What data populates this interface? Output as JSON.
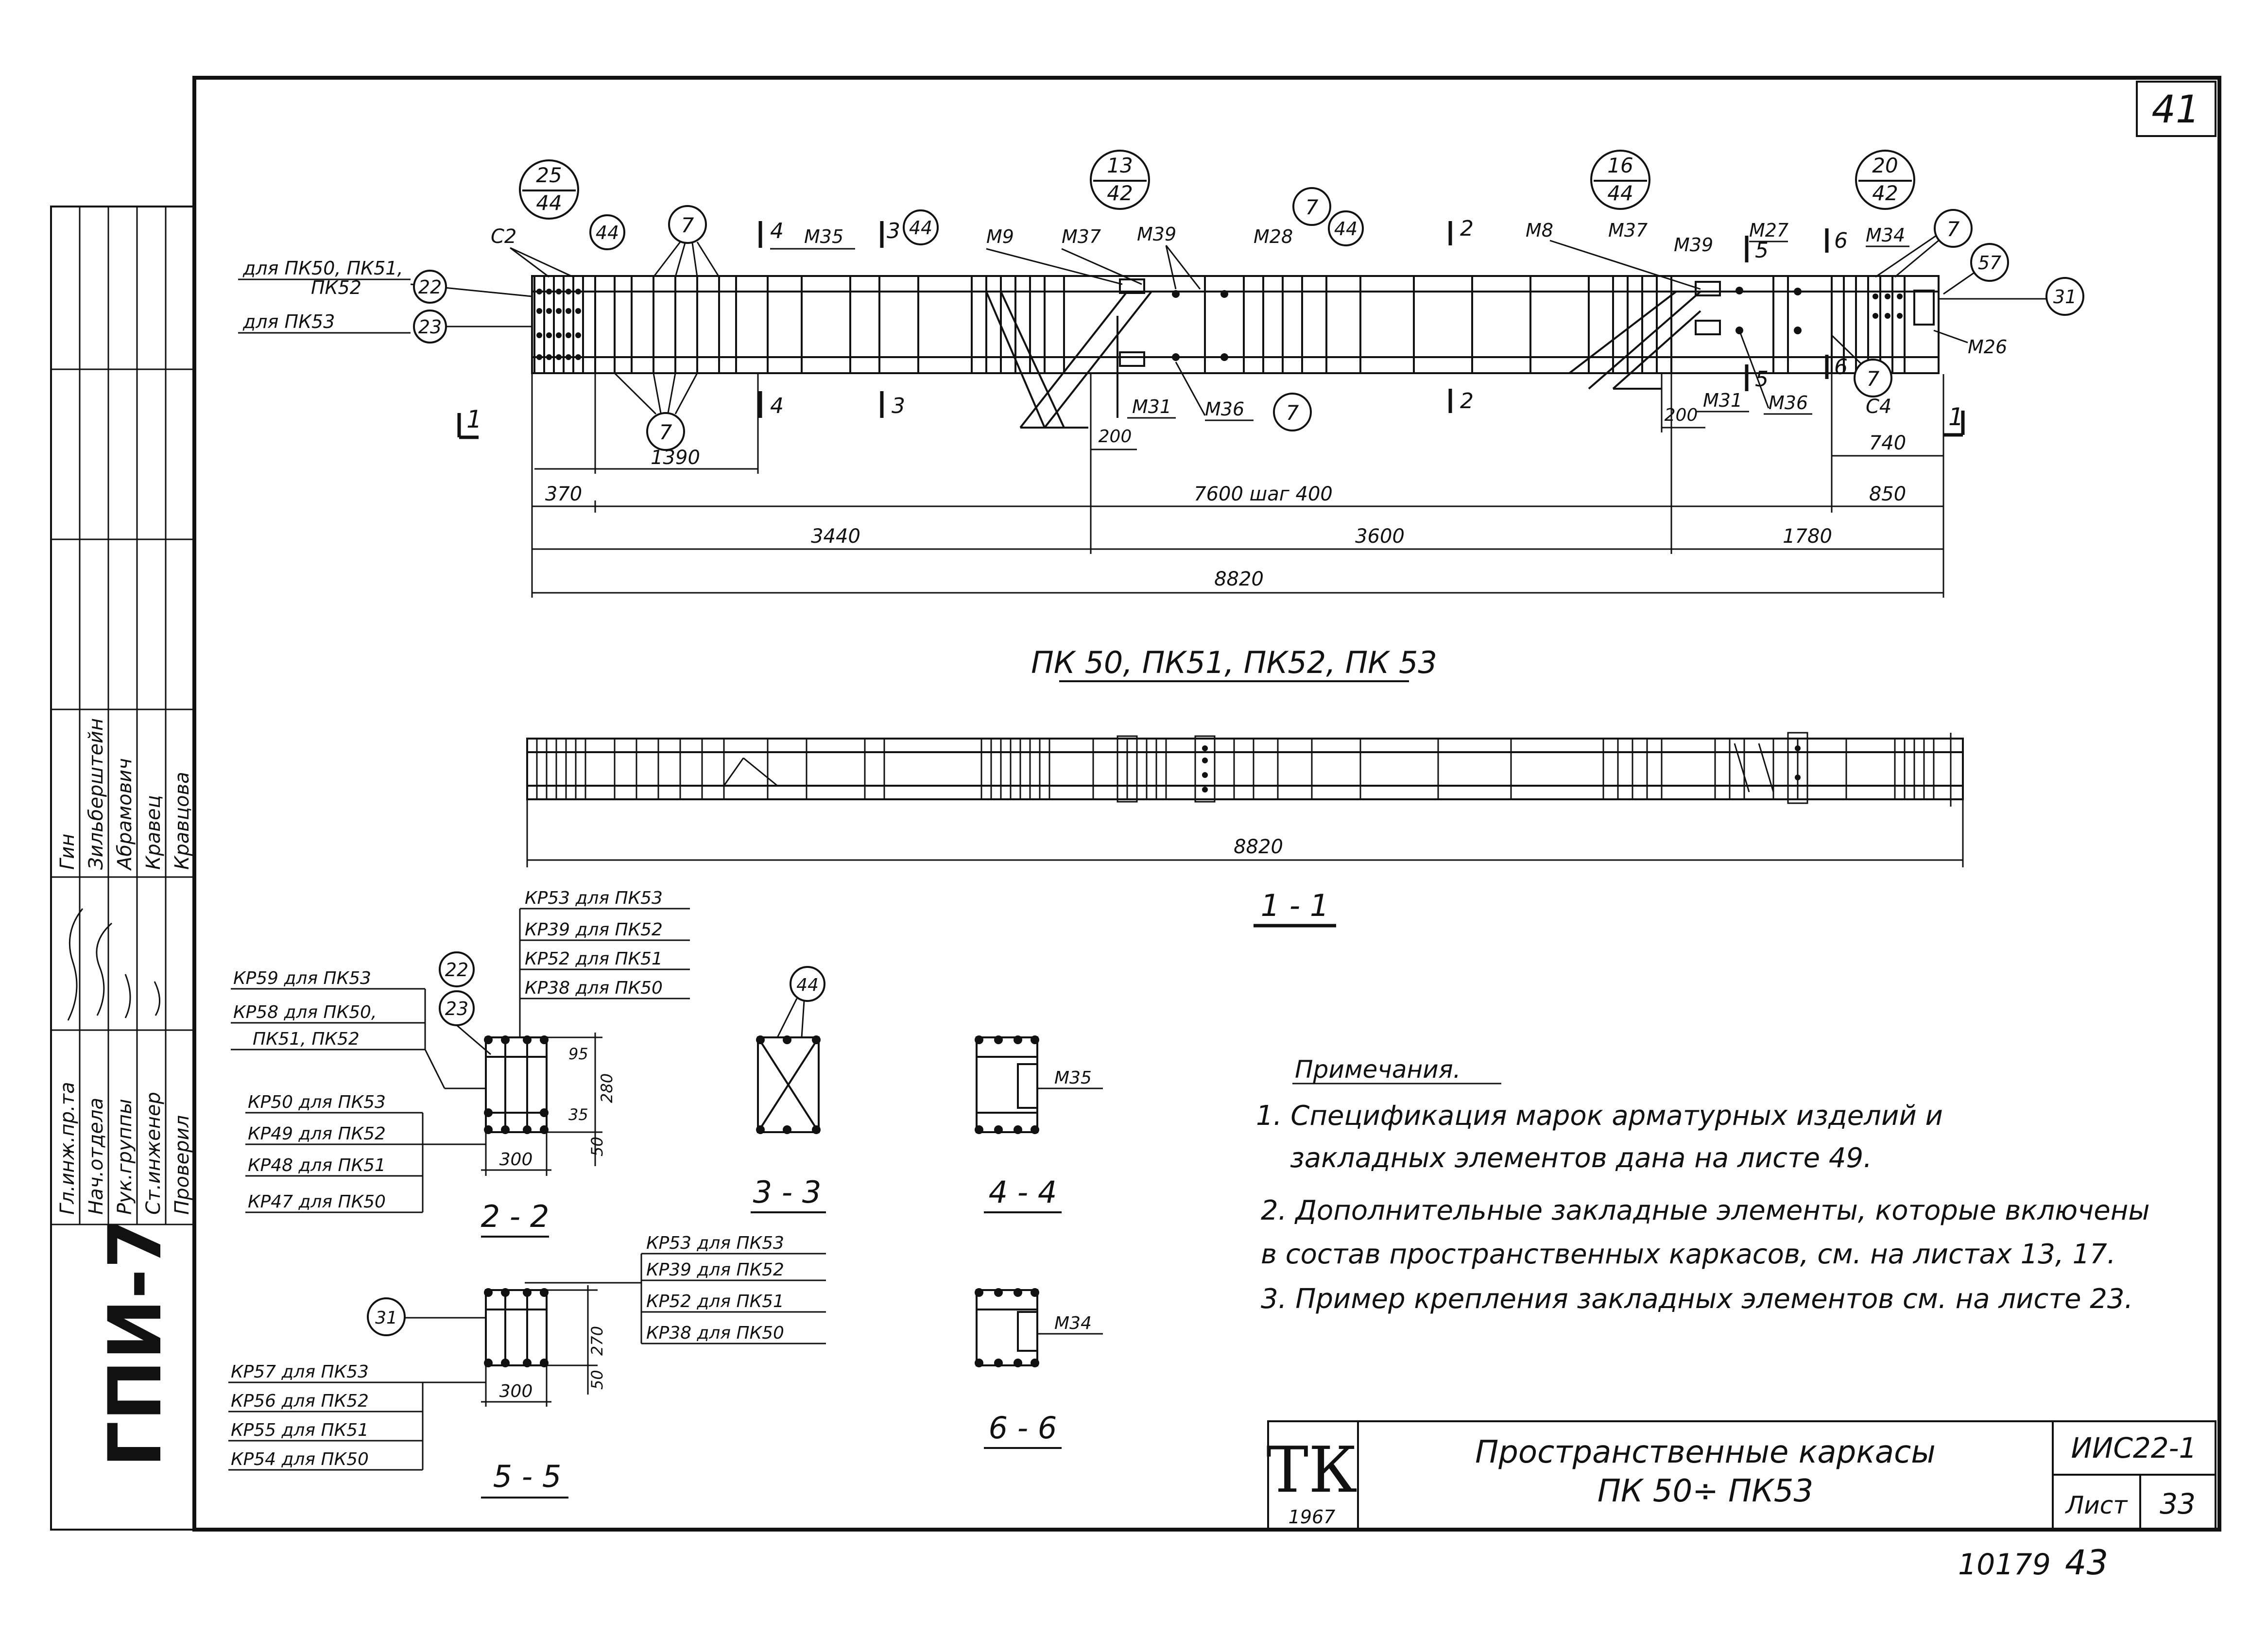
{
  "sheet": {
    "corner_number": "41",
    "footer_left": "10179",
    "footer_right": "43"
  },
  "side_stamp": {
    "code": "ГПИ-7",
    "roles": [
      "Гл.инж.пр.та",
      "Нач.отдела",
      "Рук.группы",
      "Ст.инженер",
      "Проверил"
    ],
    "names": [
      "Гин",
      "Зильберштейн",
      "Абрамович",
      "Кравец",
      "Кравцова"
    ]
  },
  "title_block": {
    "logo": "ТК",
    "year": "1967",
    "title_line1": "Пространственные каркасы",
    "title_line2": "ПК 50÷ ПК53",
    "series": "ИИС22-1",
    "sheet_label": "Лист",
    "sheet_number": "33"
  },
  "main_view": {
    "section_callouts": [
      {
        "top": "25",
        "bottom": "44"
      },
      {
        "top": "13",
        "bottom": "42"
      },
      {
        "top": "16",
        "bottom": "44"
      },
      {
        "top": "20",
        "bottom": "42"
      }
    ],
    "left_labels": {
      "line1": "для ПК50, ПК51,",
      "line2": "ПК52",
      "line3": "для ПК53",
      "ref_upper": "22",
      "ref_lower": "23"
    },
    "part_refs": {
      "c2": "С2",
      "c4": "С4",
      "p7": "7",
      "p44": "44",
      "p31": "31",
      "p57": "57"
    },
    "embedded_marks": {
      "m9": "М9",
      "m37": "М37",
      "m39": "М39",
      "m28": "М28",
      "m35": "М35",
      "m8": "М8",
      "m27": "М27",
      "m34": "М34",
      "m26": "М26",
      "m31": "М31",
      "m36": "М36"
    },
    "section_marks": {
      "s1": "1",
      "s2": "2",
      "s3": "3",
      "s4": "4",
      "s5": "5",
      "s6": "6"
    },
    "dimensions": {
      "d370": "370",
      "d1390": "1390",
      "d200a": "200",
      "d200b": "200",
      "d740": "740",
      "step": "7600 шаг 400",
      "d850": "850",
      "d3440": "3440",
      "d3600": "3600",
      "d1780": "1780",
      "total": "8820"
    },
    "caption": "ПК 50, ПК51, ПК52, ПК 53"
  },
  "view_1_1": {
    "dimension": "8820",
    "caption": "1 - 1"
  },
  "section_2_2": {
    "caption": "2 - 2",
    "left_labels": [
      "КР59 для ПК53",
      "КР58 для ПК50,",
      "ПК51, ПК52"
    ],
    "right_labels": [
      "КР53 для ПК53",
      "КР39 для ПК52",
      "КР52 для ПК51",
      "КР38 для ПК50"
    ],
    "bottom_labels": [
      "КР50 для ПК53",
      "КР49 для ПК52",
      "КР48 для ПК51",
      "КР47 для ПК50"
    ],
    "refs": [
      "22",
      "23"
    ],
    "dims": {
      "width": "300",
      "d95": "95",
      "d280": "280",
      "d35": "35",
      "d50": "50"
    }
  },
  "section_3_3": {
    "caption": "3 - 3",
    "ref": "44"
  },
  "section_4_4": {
    "caption": "4 - 4",
    "mark": "М35"
  },
  "section_5_5": {
    "caption": "5 - 5",
    "ref": "31",
    "right_labels": [
      "КР53 для ПК53",
      "КР39 для ПК52",
      "КР52 для ПК51",
      "КР38 для ПК50"
    ],
    "bottom_labels": [
      "КР57 для ПК53",
      "КР56 для ПК52",
      "КР55 для ПК51",
      "КР54 для ПК50"
    ],
    "dims": {
      "width": "300",
      "d270": "270",
      "d50": "50"
    }
  },
  "section_6_6": {
    "caption": "6 - 6",
    "mark": "М34"
  },
  "notes": {
    "heading": "Примечания.",
    "items": [
      "1. Спецификация марок арматурных изделий и",
      "закладных элементов дана на листе 49.",
      "2. Дополнительные закладные элементы, которые включены",
      "в состав пространственных каркасов, см. на листах 13, 17.",
      "3. Пример крепления закладных элементов см. на листе 23."
    ]
  }
}
